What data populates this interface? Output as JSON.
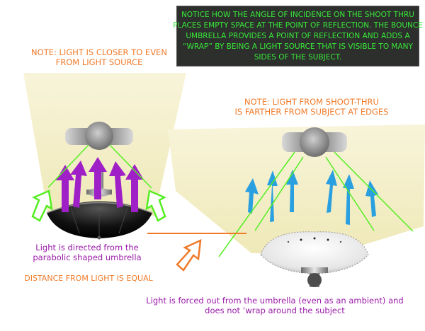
{
  "notice": {
    "lines": [
      "NOTICE HOW THE ANGLE OF INCIDENCE ON THE SHOOT THRU",
      "PLACES EMPTY SPACE AT THE POINT OF REFLECTION. THE BOUNCE",
      "UMBRELLA PROVIDES A POINT OF REFLECTION AND ADDS A",
      "“WRAP” BY BEING A LIGHT SOURCE THAT IS VISIBLE TO MANY",
      "SIDES OF THE SUBJECT."
    ]
  },
  "left_note": {
    "lines": [
      "NOTE: LIGHT IS CLOSER TO EVEN",
      "FROM LIGHT SOURCE"
    ]
  },
  "right_note": {
    "lines": [
      "NOTE: LIGHT FROM SHOOT-THRU",
      "IS FARTHER FROM SUBJECT AT EDGES"
    ]
  },
  "left_caption": {
    "lines": [
      "Light is directed from the",
      "parabolic shaped umbrella"
    ]
  },
  "distance_label": "DISTANCE FROM LIGHT IS EQUAL",
  "bottom_caption": {
    "lines": [
      "Light is forced out from the umbrella (even as an ambient) and",
      "does not ‘wrap around the subject"
    ]
  },
  "colors": {
    "beam": "#f4f0c8",
    "purple_arrow": "#a020c8",
    "green_arrow": "#55ee22",
    "blue_arrow": "#2aa0e0",
    "green_line": "#55ee22",
    "orange_line": "#f07a2a",
    "notice_bg": "#2c2f2c",
    "notice_text": "#39e83a"
  }
}
